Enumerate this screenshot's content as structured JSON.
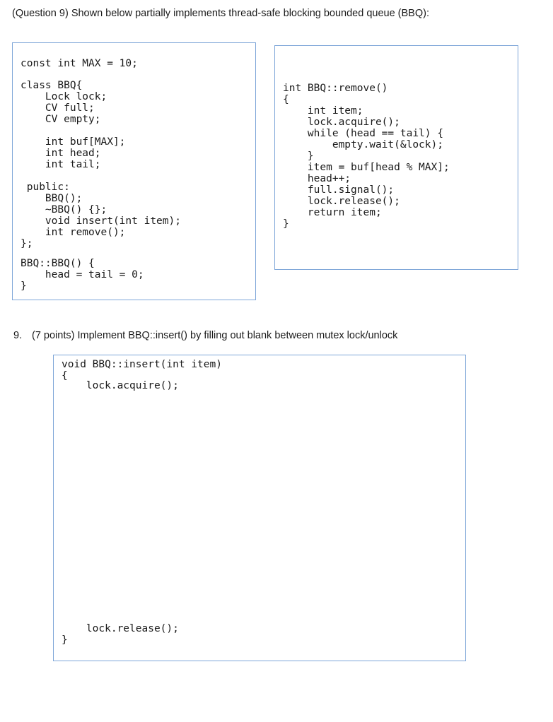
{
  "heading": "(Question 9) Shown below partially implements thread-safe blocking bounded queue (BBQ):",
  "class_box": {
    "line_max": "const int MAX = 10;",
    "lines": [
      "class BBQ{",
      "    Lock lock;",
      "    CV full;",
      "    CV empty;",
      "",
      "    int buf[MAX];",
      "    int head;",
      "    int tail;",
      "",
      " public:",
      "    BBQ();",
      "    ~BBQ() {};",
      "    void insert(int item);",
      "    int remove();",
      "};"
    ],
    "ctor_lines": [
      "BBQ::BBQ() {",
      "    head = tail = 0;",
      "}"
    ]
  },
  "remove_box": {
    "lines": [
      "int BBQ::remove()",
      "{",
      "    int item;",
      "    lock.acquire();",
      "    while (head == tail) {",
      "        empty.wait(&lock);",
      "    }",
      "    item = buf[head % MAX];",
      "    head++;",
      "    full.signal();",
      "    lock.release();",
      "    return item;",
      "}"
    ]
  },
  "question": {
    "number": "9.",
    "points": "(7 points)",
    "text": " Implement BBQ::insert() by filling out blank between mutex lock/unlock"
  },
  "insert_box": {
    "signature": "void BBQ::insert(int item)",
    "open_brace": "{",
    "acquire": "    lock.acquire();",
    "release": "    lock.release();",
    "close_brace": "}"
  }
}
